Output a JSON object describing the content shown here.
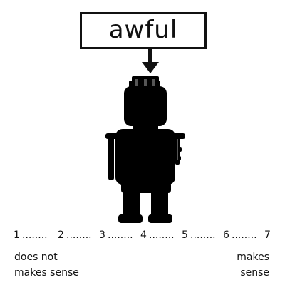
{
  "rating_label": "awful",
  "scale": {
    "numbers": [
      "1",
      "2",
      "3",
      "4",
      "5",
      "6",
      "7"
    ],
    "separator": "........"
  },
  "anchors": {
    "low_line1": "does not",
    "low_line2": "makes sense",
    "high_line1": "makes",
    "high_line2": "sense"
  },
  "icons": {
    "arrow": "down-arrow-icon",
    "figure": "robot-silhouette"
  },
  "colors": {
    "ink": "#111111",
    "background": "#ffffff"
  }
}
